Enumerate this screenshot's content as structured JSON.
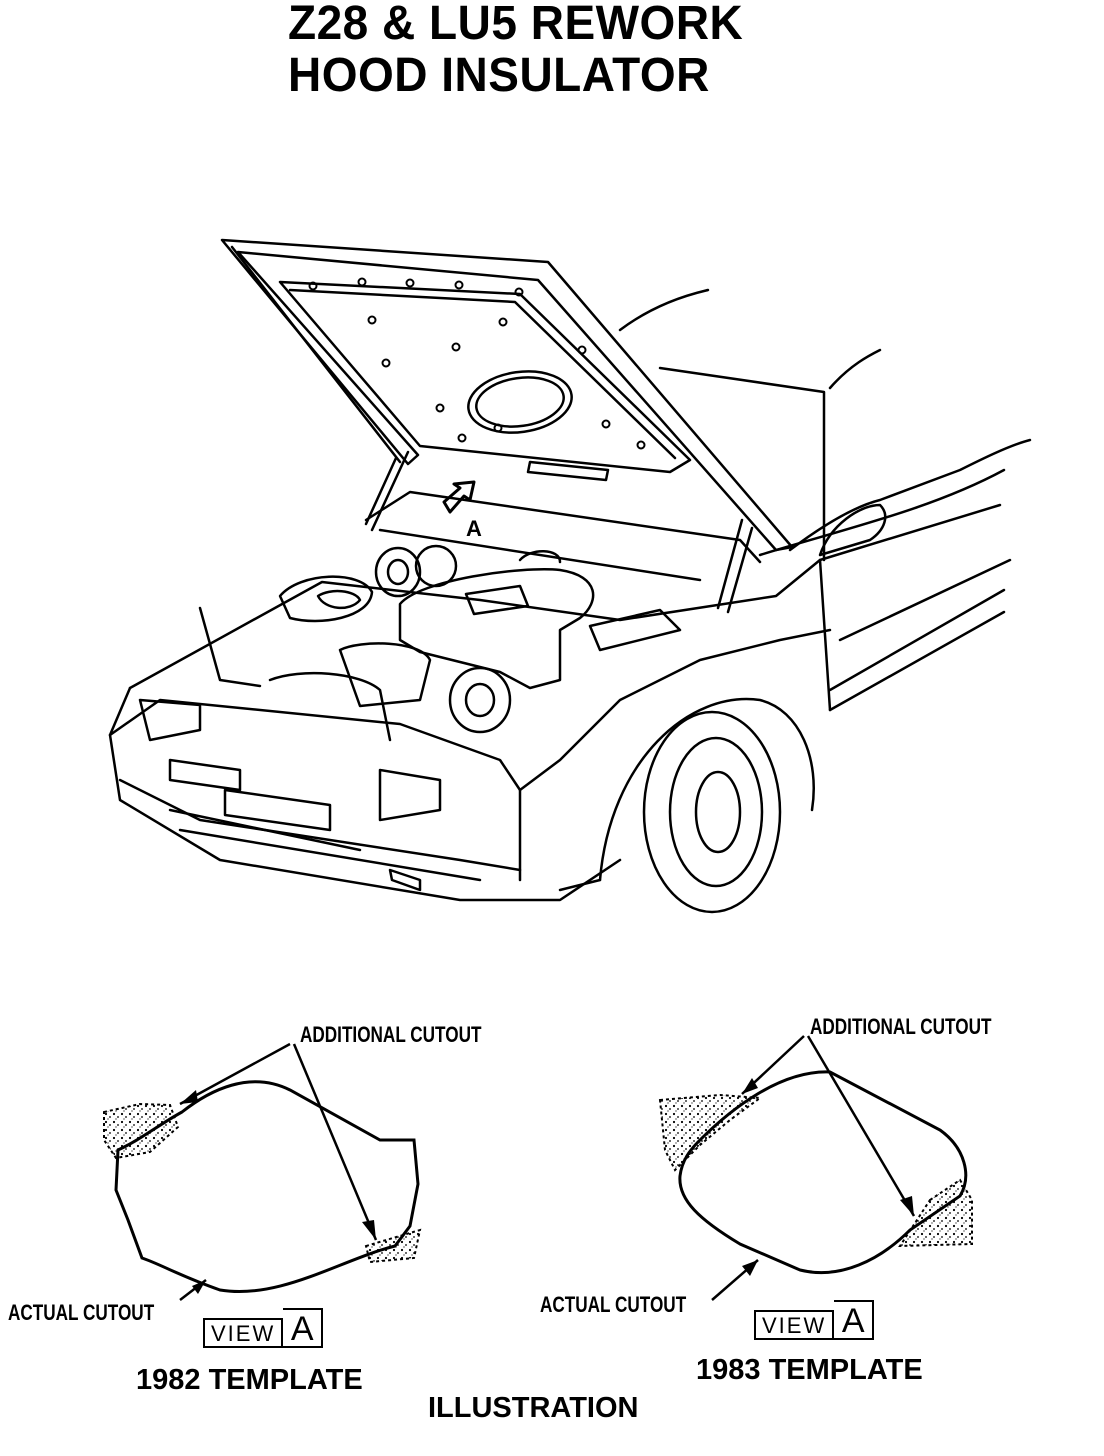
{
  "title": {
    "line1": "Z28 & LU5 REWORK",
    "line2": "HOOD INSULATOR"
  },
  "car_view_marker": "A",
  "template_1982": {
    "additional_cutout_label": "ADDITIONAL CUTOUT",
    "actual_cutout_label": "ACTUAL CUTOUT",
    "view_word": "VIEW",
    "view_letter": "A",
    "caption": "1982 TEMPLATE"
  },
  "template_1983": {
    "additional_cutout_label": "ADDITIONAL CUTOUT",
    "actual_cutout_label": "ACTUAL CUTOUT",
    "view_word": "VIEW",
    "view_letter": "A",
    "caption": "1983 TEMPLATE"
  },
  "footer": "ILLUSTRATION"
}
